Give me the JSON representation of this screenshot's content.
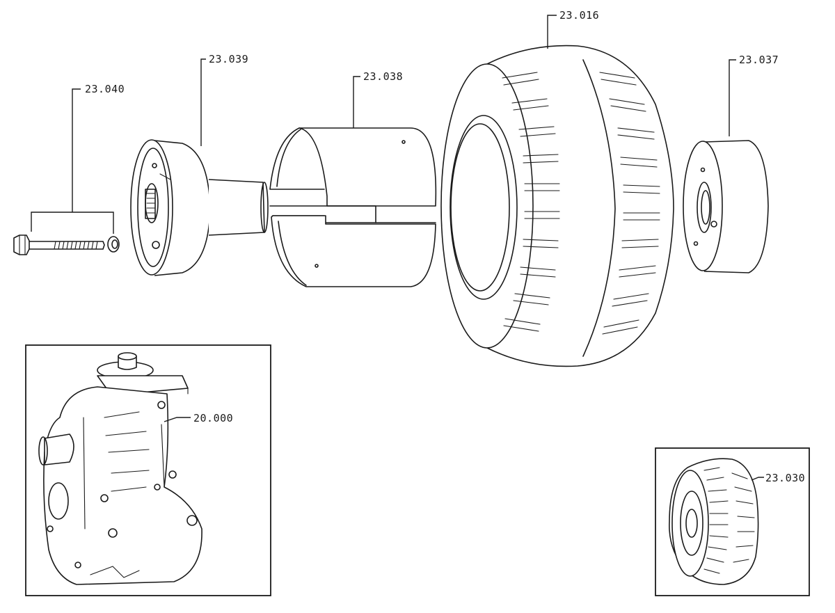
{
  "labels": {
    "bolt": "23.040",
    "hub_cap": "23.039",
    "sleeve": "23.038",
    "tire": "23.016",
    "hub_right": "23.037",
    "gearbox": "20.000",
    "wheel_assembly": "23.030"
  }
}
